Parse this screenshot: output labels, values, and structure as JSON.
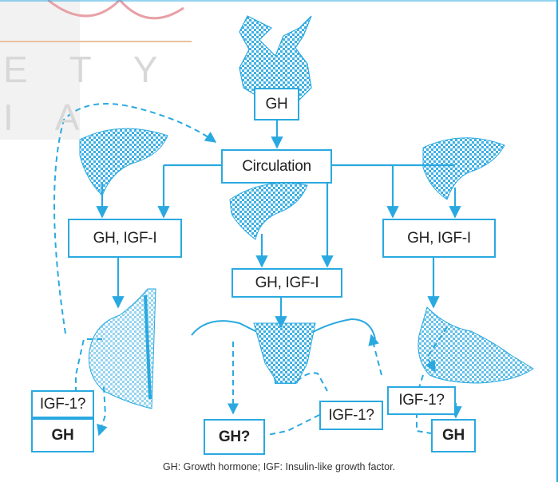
{
  "watermark": {
    "line1": "ETY",
    "line2": "IA"
  },
  "boxes": {
    "gh_top": "GH",
    "circulation": "Circulation",
    "left_mid": "GH, IGF-I",
    "center_mid": "GH, IGF-I",
    "right_mid": "GH, IGF-I",
    "left_igf": "IGF-1?",
    "left_gh": "GH",
    "center_gh": "GH?",
    "center_igf": "IGF-1?",
    "right_igf": "IGF-1?",
    "right_gh": "GH"
  },
  "caption": "GH: Growth hormone; IGF: Insulin-like growth factor.",
  "colors": {
    "accent": "#2aa9e0",
    "organ_fill": "#6cc3ea",
    "header_pink": "#e8a0a6",
    "sidebar": "#f2f2f2"
  }
}
